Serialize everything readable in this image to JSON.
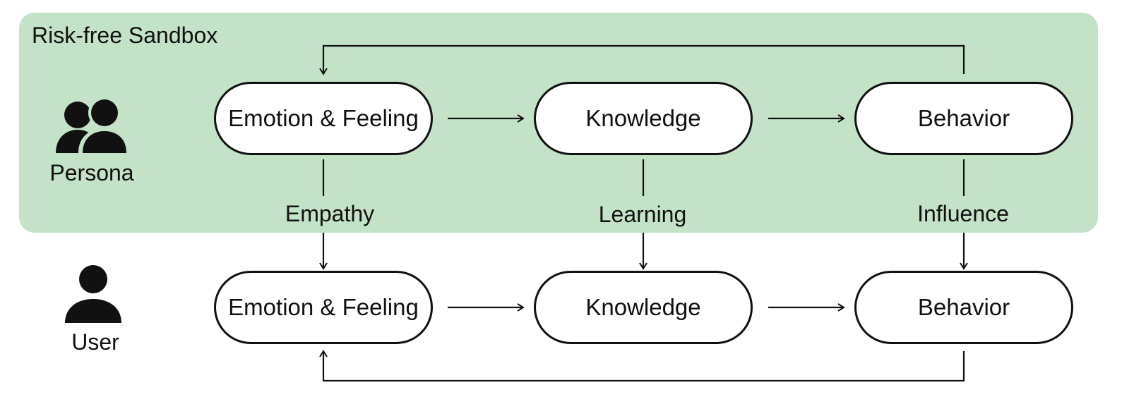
{
  "sandbox": {
    "title": "Risk-free Sandbox",
    "background_color": "#c4e2c8"
  },
  "persona": {
    "label": "Persona",
    "icon": "people-icon",
    "nodes": [
      "Emotion & Feeling",
      "Knowledge",
      "Behavior"
    ]
  },
  "user": {
    "label": "User",
    "icon": "person-icon",
    "nodes": [
      "Emotion & Feeling",
      "Knowledge",
      "Behavior"
    ]
  },
  "links": [
    "Empathy",
    "Learning",
    "Influence"
  ],
  "colors": {
    "stroke": "#111111",
    "node_fill": "#ffffff"
  }
}
